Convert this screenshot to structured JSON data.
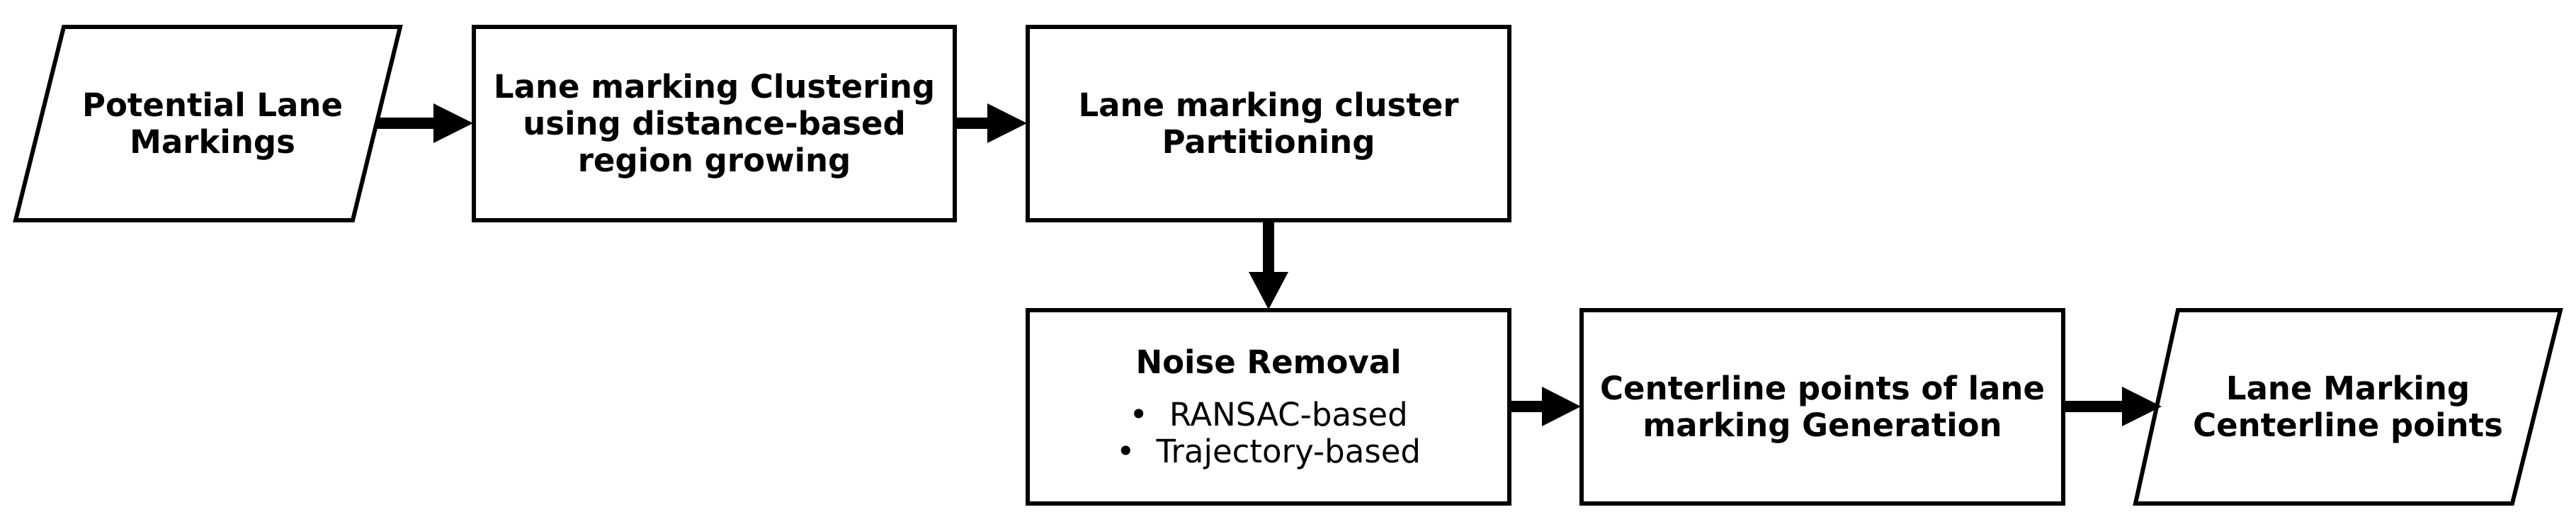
{
  "nodes": {
    "potential_lane_markings": {
      "lines": [
        "Potential Lane",
        "Markings"
      ]
    },
    "clustering": {
      "lines": [
        "Lane marking Clustering",
        "using distance-based",
        "region growing"
      ]
    },
    "partitioning": {
      "lines": [
        "Lane marking cluster",
        "Partitioning"
      ]
    },
    "noise_removal": {
      "title": "Noise Removal",
      "bullets": [
        "RANSAC-based",
        "Trajectory-based"
      ]
    },
    "centerline_generation": {
      "lines": [
        "Centerline points of lane",
        "marking Generation"
      ]
    },
    "lane_marking_centerline": {
      "lines": [
        "Lane Marking",
        "Centerline points"
      ]
    }
  },
  "bullet_glyph": "•"
}
